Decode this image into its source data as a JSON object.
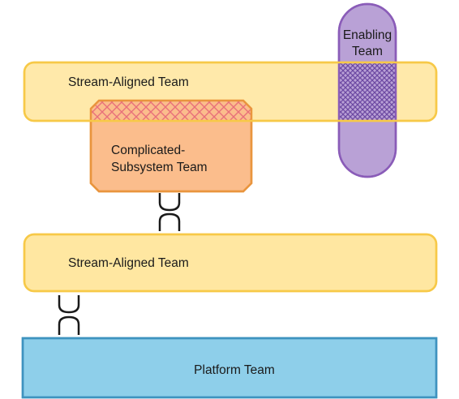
{
  "teams": {
    "stream_aligned_top": {
      "label": "Stream-Aligned Team"
    },
    "stream_aligned_bottom": {
      "label": "Stream-Aligned Team"
    },
    "complicated_subsystem": {
      "line1": "Complicated-",
      "line2": "Subsystem Team"
    },
    "enabling": {
      "line1": "Enabling",
      "line2": "Team"
    },
    "platform": {
      "label": "Platform Team"
    }
  },
  "colors": {
    "stream_aligned_fill": "#FFE7A1",
    "stream_aligned_stroke": "#F7C948",
    "complicated_fill": "#FBBD8C",
    "complicated_stroke": "#E9953E",
    "complicated_hatch": "#E8707A",
    "enabling_fill": "#B9A1D6",
    "enabling_stroke": "#8A5CB8",
    "enabling_hatch": "#6D4AA3",
    "platform_fill": "#8ECFEA",
    "platform_stroke": "#3E93BF",
    "connector_stroke": "#1a1a1a"
  },
  "connectors": [
    {
      "from": "complicated_subsystem",
      "to": "stream_aligned_bottom",
      "mode": "x-as-a-service"
    },
    {
      "from": "stream_aligned_bottom",
      "to": "platform",
      "mode": "x-as-a-service"
    }
  ]
}
